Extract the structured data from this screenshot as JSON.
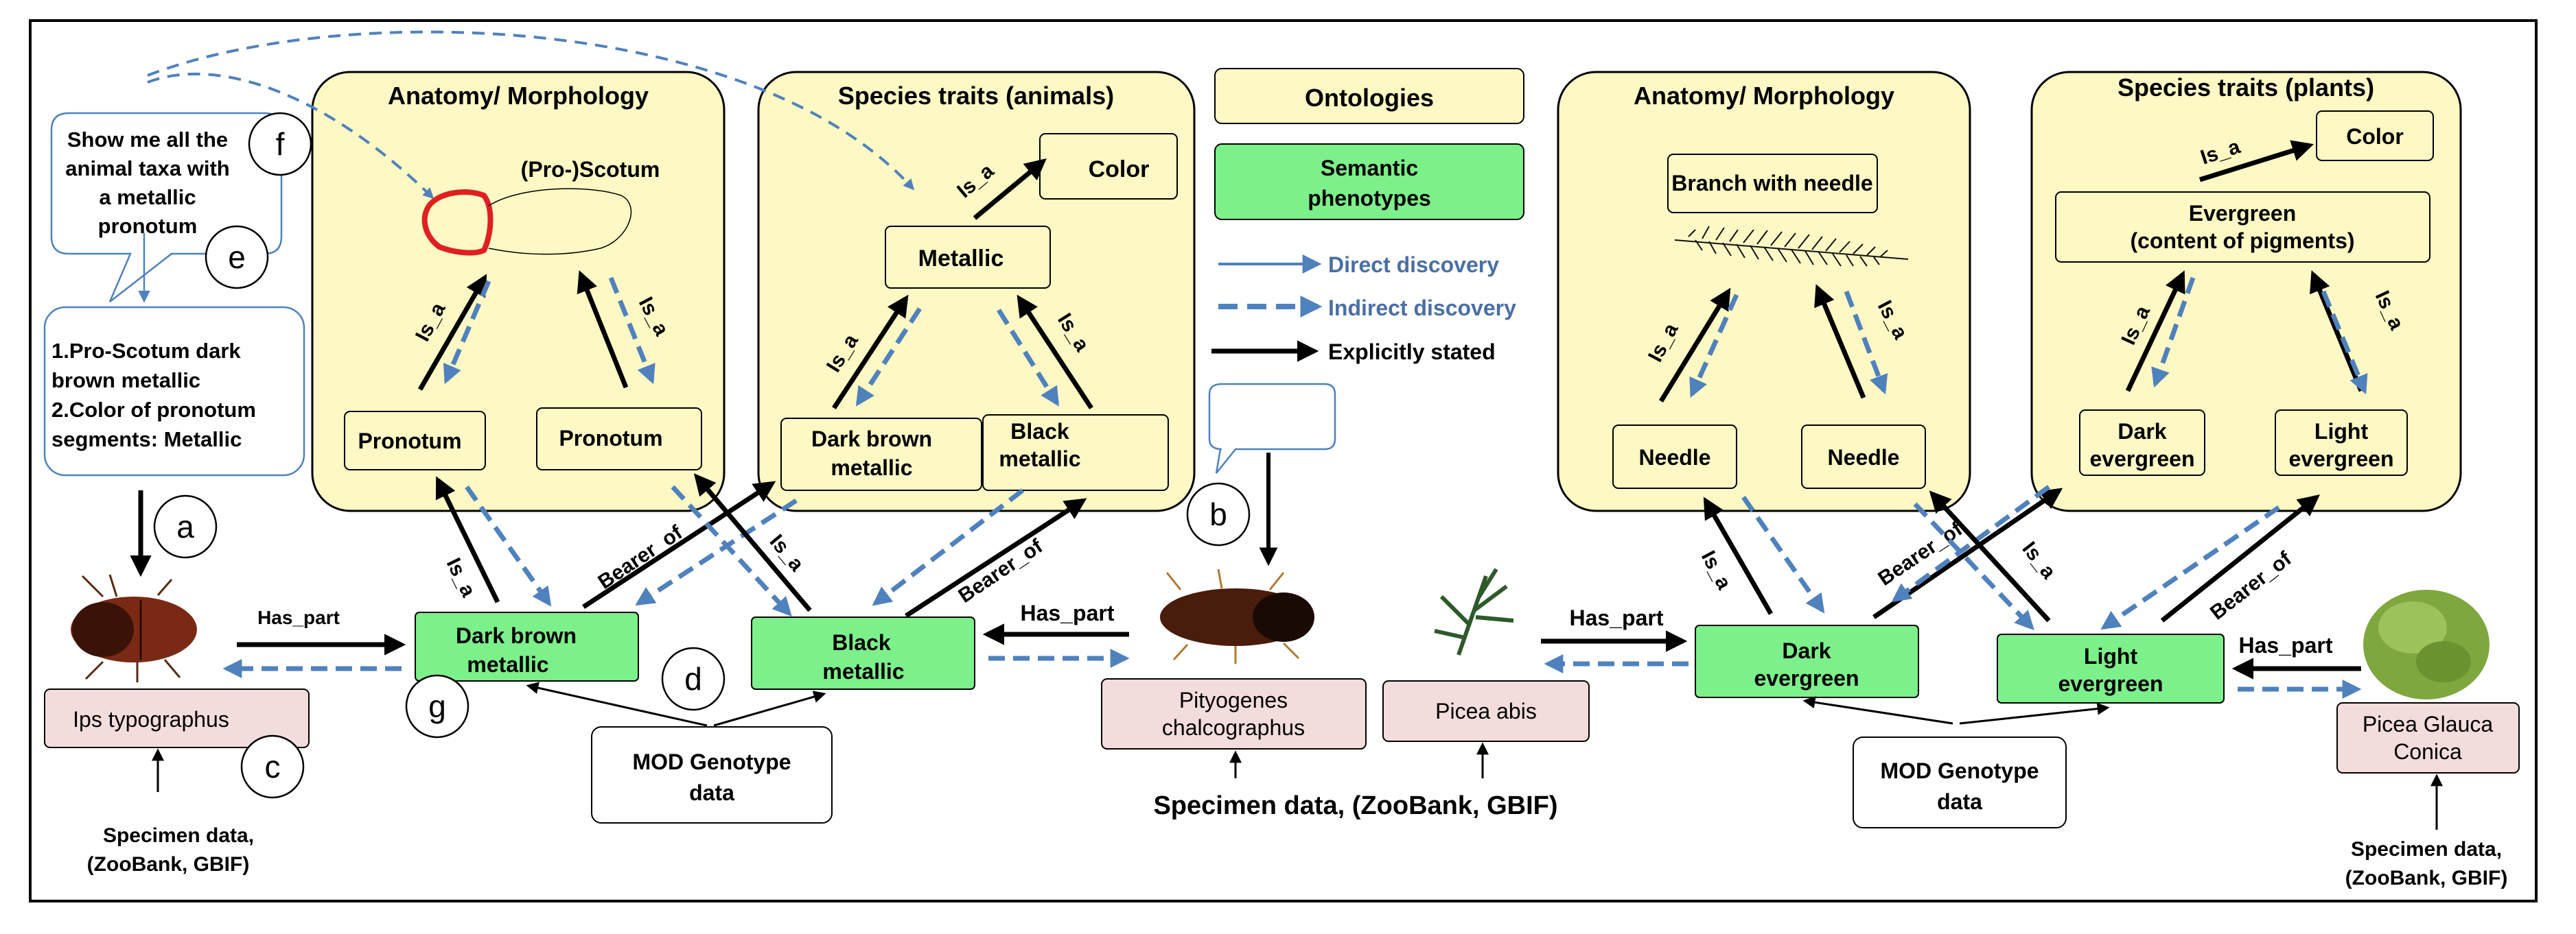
{
  "panels": {
    "anatomy_animals": "Anatomy/ Morphology",
    "traits_animals": "Species traits (animals)",
    "anatomy_plants": "Anatomy/ Morphology",
    "traits_plants": "Species traits (plants)"
  },
  "legend": {
    "ontologies": "Ontologies",
    "semantic_line1": "Semantic",
    "semantic_line2": "phenotypes",
    "direct": "Direct discovery",
    "indirect": "Indirect discovery",
    "explicit": "Explicitly stated"
  },
  "query": {
    "line1": "Show me all the",
    "line2": "animal taxa with",
    "line3": "a metallic",
    "line4": "pronotum"
  },
  "annotations": {
    "line1": "1.Pro-Scotum dark",
    "line2": "brown metallic",
    "line3": "2.Color of pronotum",
    "line4": "segments: Metallic"
  },
  "nodes": {
    "pro_scotum": "(Pro-)Scotum",
    "pronotum_left": "Pronotum",
    "pronotum_right": "Pronotum",
    "color_animal": "Color",
    "metallic": "Metallic",
    "dark_brown_metallic_1": "Dark brown",
    "dark_brown_metallic_2": "metallic",
    "black_metallic_1": "Black",
    "black_metallic_2": "metallic",
    "branch": "Branch with needle",
    "needle_left": "Needle",
    "needle_right": "Needle",
    "color_plant": "Color",
    "evergreen_1": "Evergreen",
    "evergreen_2": "(content of pigments)",
    "dark_evergreen_1": "Dark",
    "dark_evergreen_2": "evergreen",
    "light_evergreen_1": "Light",
    "light_evergreen_2": "evergreen"
  },
  "phenotypes": {
    "dbm_1": "Dark brown",
    "dbm_2": "metallic",
    "bm_1": "Black",
    "bm_2": "metallic",
    "de_1": "Dark",
    "de_2": "evergreen",
    "le_1": "Light",
    "le_2": "evergreen"
  },
  "taxa": {
    "ips": "Ips typographus",
    "pityogenes_1": "Pityogenes",
    "pityogenes_2": "chalcographus",
    "picea_abies": "Picea abis",
    "picea_glauca_1": "Picea Glauca",
    "picea_glauca_2": "Conica"
  },
  "genotype": {
    "left_1": "MOD Genotype",
    "left_2": "data",
    "right_1": "MOD Genotype",
    "right_2": "data"
  },
  "specimen": {
    "left_1": "Specimen data,",
    "left_2": "(ZooBank, GBIF)",
    "center": "Specimen data,  (ZooBank, GBIF)",
    "right_1": "Specimen data,",
    "right_2": "(ZooBank, GBIF)"
  },
  "edges": {
    "is_a": "Is_a",
    "bearer_of": "Bearer_of",
    "has_part": "Has_part"
  },
  "markers": {
    "a": "a",
    "b": "b",
    "c": "c",
    "d": "d",
    "e": "e",
    "f": "f",
    "g": "g"
  },
  "colors": {
    "ontology_fill": "#fdf8c4",
    "phenotype_fill": "#7cf08a",
    "taxon_fill": "#f3dcdc",
    "indirect_blue": "#4f81bd",
    "direct_blue": "#4f81bd",
    "query_text": "#3d6fa8",
    "highlight_red": "#e02020"
  }
}
